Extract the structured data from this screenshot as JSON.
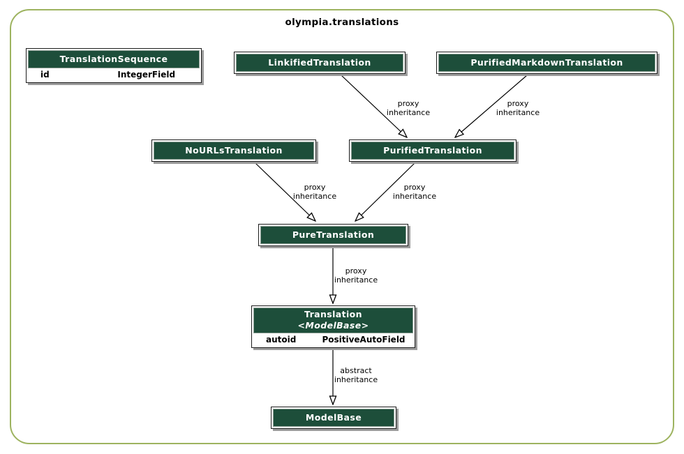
{
  "diagram": {
    "title": "olympia.translations",
    "colors": {
      "frame_border": "#9db35f",
      "node_header_bg": "#1d4e3a",
      "node_header_text": "#ffffff",
      "node_border": "#1c1c1c",
      "node_shadow": "#9c9c9c",
      "edge_color": "#000000"
    },
    "nodes": {
      "translation_sequence": {
        "title": "TranslationSequence",
        "fields": [
          {
            "name": "id",
            "type": "IntegerField"
          }
        ]
      },
      "linkified_translation": {
        "title": "LinkifiedTranslation"
      },
      "purified_markdown_translation": {
        "title": "PurifiedMarkdownTranslation"
      },
      "nourls_translation": {
        "title": "NoURLsTranslation"
      },
      "purified_translation": {
        "title": "PurifiedTranslation"
      },
      "pure_translation": {
        "title": "PureTranslation"
      },
      "translation": {
        "title": "Translation",
        "subtitle": "<ModelBase>",
        "fields": [
          {
            "name": "autoid",
            "type": "PositiveAutoField"
          }
        ]
      },
      "modelbase": {
        "title": "ModelBase"
      }
    },
    "edges": [
      {
        "from": "LinkifiedTranslation",
        "to": "PurifiedTranslation",
        "label_line1": "proxy",
        "label_line2": "inheritance"
      },
      {
        "from": "PurifiedMarkdownTranslation",
        "to": "PurifiedTranslation",
        "label_line1": "proxy",
        "label_line2": "inheritance"
      },
      {
        "from": "NoURLsTranslation",
        "to": "PureTranslation",
        "label_line1": "proxy",
        "label_line2": "inheritance"
      },
      {
        "from": "PurifiedTranslation",
        "to": "PureTranslation",
        "label_line1": "proxy",
        "label_line2": "inheritance"
      },
      {
        "from": "PureTranslation",
        "to": "Translation",
        "label_line1": "proxy",
        "label_line2": "inheritance"
      },
      {
        "from": "Translation",
        "to": "ModelBase",
        "label_line1": "abstract",
        "label_line2": "inheritance"
      }
    ]
  }
}
